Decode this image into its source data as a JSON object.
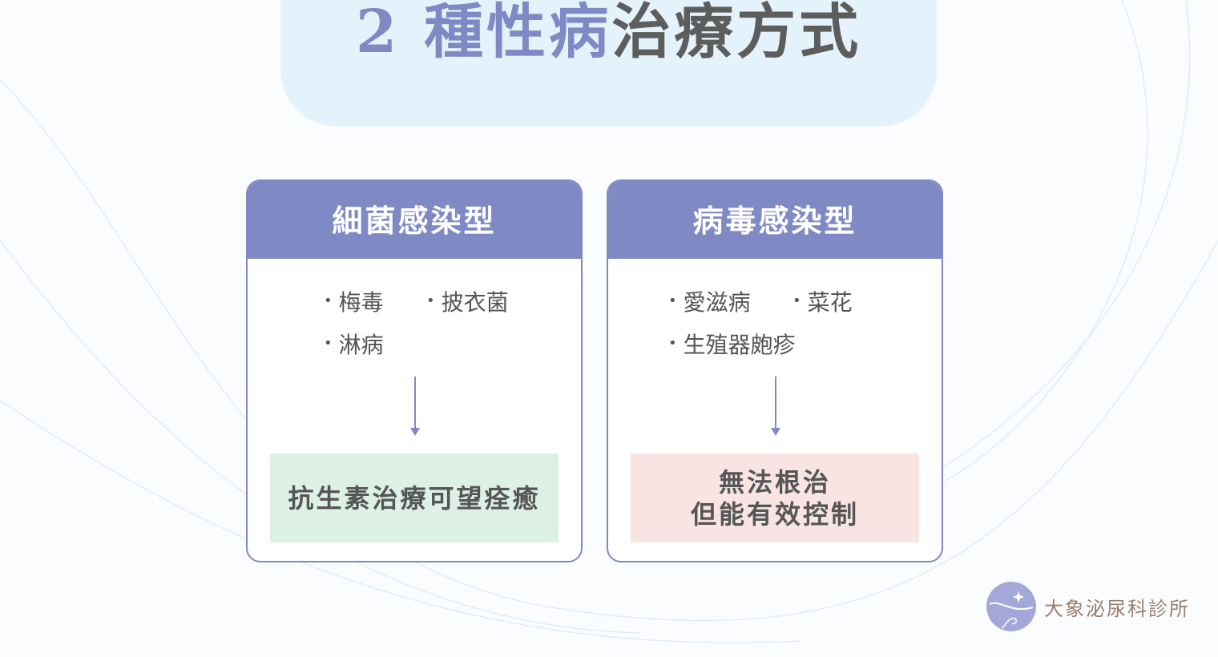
{
  "title": {
    "part1": "2 種性病",
    "part2": "治療方式"
  },
  "cards": [
    {
      "header": "細菌感染型",
      "items": [
        "梅毒",
        "披衣菌",
        "淋病"
      ],
      "result": [
        "抗生素治療可望痊癒"
      ],
      "result_color": "#dcf0e6"
    },
    {
      "header": "病毒感染型",
      "items": [
        "愛滋病",
        "菜花",
        "生殖器皰疹"
      ],
      "result": [
        "無法根治",
        "但能有效控制"
      ],
      "result_color": "#f8e4e2"
    }
  ],
  "logo": {
    "text": "大象泌尿科診所"
  },
  "colors": {
    "accent": "#7f89c4",
    "title_bg": "#e4f3fb"
  }
}
